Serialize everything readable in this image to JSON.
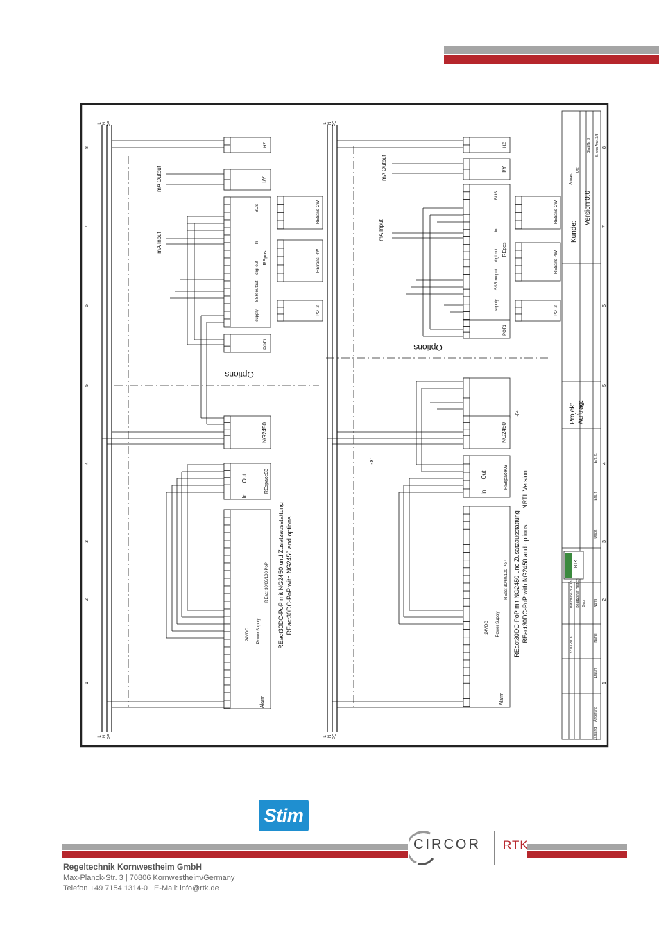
{
  "colors": {
    "grey_bar": "#a5a5a5",
    "red_bar": "#b6262c",
    "stim_blue": "#1f8fd0",
    "line": "#222222"
  },
  "logos": {
    "stim": "Stim",
    "circor": "CIRCOR",
    "rtk": "RTK"
  },
  "company": {
    "name": "Regeltechnik Kornwestheim GmbH",
    "address": "Max-Planck-Str. 3 | 70806 Kornwestheim/Germany",
    "contact": "Telefon +49 7154 1314-0 | E-Mail: info@rtk.de"
  },
  "drawing": {
    "column_numbers": [
      "1",
      "2",
      "3",
      "4",
      "5",
      "6",
      "7",
      "8"
    ],
    "rails": [
      "L",
      "N",
      "PE"
    ],
    "title_main_de": "REact30DC-PoP mit NG2450 und Zusatzausstattung",
    "title_main_en": "REact30DC-PoP with NG2450 and options",
    "nrtl": "NRTL Version",
    "options": "Options",
    "ma_input": "mA Input",
    "ma_output": "mA Output",
    "modules": {
      "ng2450": "NG2450",
      "reenergy": "REspace03",
      "react": "REact 30/60/100 PoP",
      "repos": "REpos",
      "pot1": "POT1",
      "pot2": "POT2",
      "retrans4w": "REtrans_4W",
      "retrans2w": "REtrans_2W",
      "iy": "I/Y",
      "hz": "HZ",
      "bus": "BUS",
      "power_supply": "Power Supply",
      "alarm": "Alarm",
      "supply": "supply",
      "ssr": "SSR output",
      "digi": "digi out",
      "in": "In",
      "out": "Out",
      "v24dc": "24VDC",
      "x1": "-X1",
      "f4": "-F4"
    },
    "title_block": {
      "kunde": "Kunde:",
      "projekt": "Projekt:",
      "auftrag": "Auftrag:",
      "version": "Version 0.0",
      "date1": "23.03.2018",
      "date2": "05.03.2018",
      "bearb": "Lothar Hettich",
      "datum": "Datum",
      "name": "Name",
      "norm": "Norm",
      "aenderung": "Änderung",
      "zustand": "Zustand",
      "ursprung": "Urspr.",
      "ers": "Ers. f.",
      "ers_d": "Ers. d.",
      "blatt": "Blatt Nr.  3",
      "blatt_von": "Bl. von Anz. 3/3",
      "anlage": "Anlage:",
      "ort": "Ort:",
      "bearb_label": "Bearb",
      "gepr": "Gepr",
      "rtk_small": "RTK"
    }
  }
}
